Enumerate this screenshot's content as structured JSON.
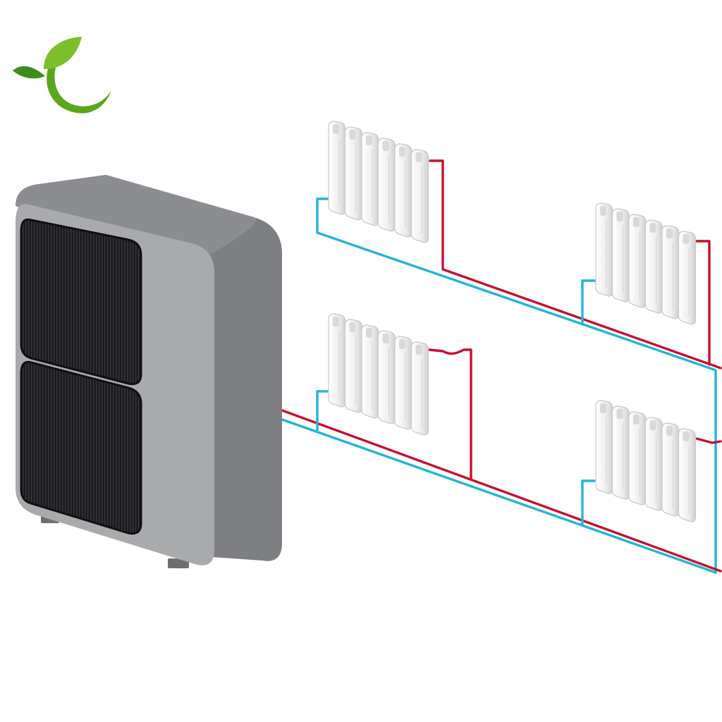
{
  "colors": {
    "background": "#ffffff",
    "hot_pipe": "#c8102e",
    "cold_pipe": "#22b5d9",
    "unit_body": "#a9aaac",
    "unit_side": "#7e7f82",
    "unit_top": "#8c8d90",
    "fan_grille": "#1b1b1d",
    "radiator": "#eeeeee",
    "radiator_shadow": "#c9c9c9",
    "logo_leaf": "#7bbf2a",
    "logo_leaf_dark": "#3d8c1c",
    "logo_swoosh": "#5aa61f"
  },
  "icons": {
    "logo": "leaf-swoosh-logo-icon",
    "outdoor_unit": "heat-pump-icon",
    "radiator": "radiator-icon"
  },
  "diagram": {
    "radiator_count": 4,
    "fins_per_radiator": 6,
    "fan_count": 2
  }
}
